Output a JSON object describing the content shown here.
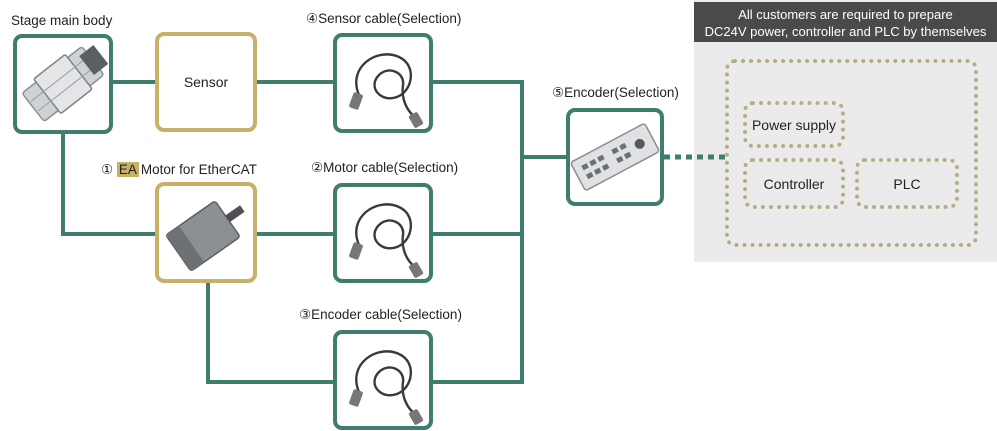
{
  "labels": {
    "stage": "Stage main body",
    "sensor_cable": "④Sensor cable(Selection)",
    "motor_prefix": "①",
    "motor_ea": "EA",
    "motor_suffix": "Motor for EtherCAT",
    "motor_cable": "②Motor cable(Selection)",
    "encoder_cable": "③Encoder cable(Selection)",
    "encoder": "⑤Encoder(Selection)"
  },
  "boxes": {
    "sensor": "Sensor",
    "power_supply": "Power supply",
    "controller": "Controller",
    "plc": "PLC"
  },
  "note": {
    "line1": "All customers are required to prepare",
    "line2": "DC24V power, controller and PLC by themselves"
  },
  "colors": {
    "teal": "#3f7d6e",
    "gold": "#c9b06a",
    "dotted": "#b8ac85",
    "panel": "#ebebeb",
    "header": "#4a4a4a"
  },
  "icons": [
    "stage-icon",
    "motor-icon",
    "cable-icon",
    "encoder-icon"
  ]
}
